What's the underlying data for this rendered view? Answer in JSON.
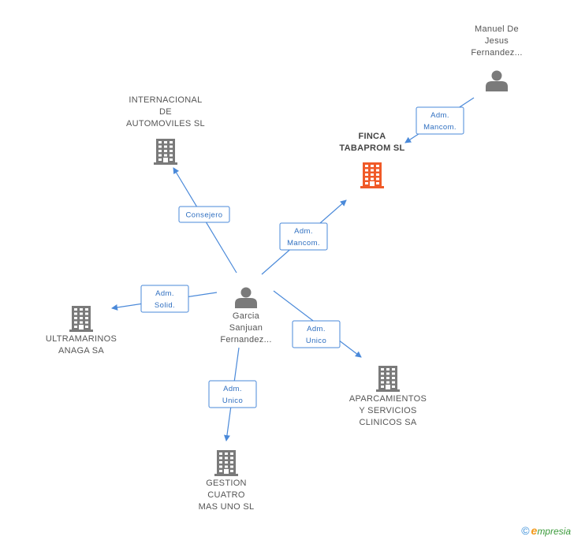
{
  "nodes": [
    {
      "id": "manuel",
      "kind": "person",
      "label": [
        "Manuel De",
        "Jesus",
        "Fernandez..."
      ]
    },
    {
      "id": "finca",
      "kind": "company-main",
      "label": [
        "FINCA",
        "TABAPROM SL"
      ],
      "color": "#f05a28"
    },
    {
      "id": "internacional",
      "kind": "company",
      "label": [
        "INTERNACIONAL",
        "DE",
        "AUTOMOVILES SL"
      ]
    },
    {
      "id": "garcia",
      "kind": "person",
      "label": [
        "Garcia",
        "Sanjuan",
        "Fernandez..."
      ]
    },
    {
      "id": "ultramarinos",
      "kind": "company",
      "label": [
        "ULTRAMARINOS",
        "ANAGA SA"
      ]
    },
    {
      "id": "aparcamientos",
      "kind": "company",
      "label": [
        "APARCAMIENTOS",
        "Y SERVICIOS",
        "CLINICOS SA"
      ]
    },
    {
      "id": "gestion",
      "kind": "company",
      "label": [
        "GESTION",
        "CUATRO",
        "MAS UNO SL"
      ]
    }
  ],
  "edges": [
    {
      "from": "manuel",
      "to": "finca",
      "label": [
        "Adm.",
        "Mancom."
      ]
    },
    {
      "from": "garcia",
      "to": "finca",
      "label": [
        "Adm.",
        "Mancom."
      ]
    },
    {
      "from": "garcia",
      "to": "internacional",
      "label": [
        "Consejero"
      ]
    },
    {
      "from": "garcia",
      "to": "ultramarinos",
      "label": [
        "Adm.",
        "Solid."
      ]
    },
    {
      "from": "garcia",
      "to": "aparcamientos",
      "label": [
        "Adm.",
        "Unico"
      ]
    },
    {
      "from": "garcia",
      "to": "gestion",
      "label": [
        "Adm.",
        "Unico"
      ]
    }
  ],
  "colors": {
    "person": "#7a7a7a",
    "company": "#7a7a7a",
    "edge": "#4a89d9"
  },
  "footer": {
    "copyright": "©",
    "brand_initial": "e",
    "brand_rest": "mpresia"
  }
}
